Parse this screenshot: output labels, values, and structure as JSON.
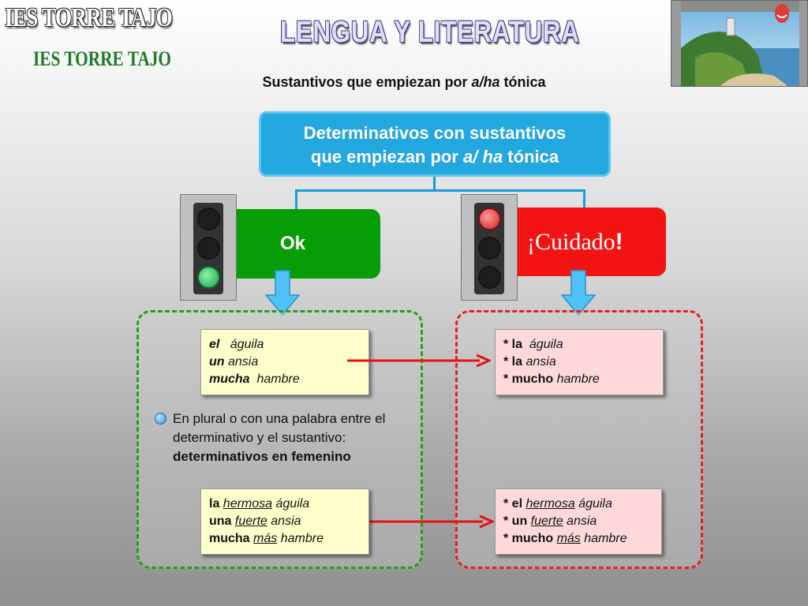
{
  "header": {
    "school_top": "IES TORRE TAJO",
    "school_sub": "IES TORRE TAJO",
    "title": "LENGUA Y LITERATURA",
    "subtitle_pre": "Sustantivos que empiezan por ",
    "subtitle_it": "a/ha",
    "subtitle_post": " tónica"
  },
  "top_box": {
    "line1": "Determinativos con sustantivos",
    "line2_pre": "que empiezan por ",
    "line2_it": "a/ ha",
    "line2_post": " tónica"
  },
  "ok": {
    "label": "Ok"
  },
  "warning": {
    "label": "¡Cuidado",
    "exclaim": "!"
  },
  "correct_singular": [
    {
      "det": "el",
      "noun": "águila"
    },
    {
      "det": "un",
      "noun": "ansia"
    },
    {
      "det": "mucha",
      "noun": "hambre"
    }
  ],
  "wrong_singular": [
    {
      "det": "* la",
      "noun": "águila"
    },
    {
      "det": "* la",
      "noun": "ansia"
    },
    {
      "det": "* mucho",
      "noun": "hambre"
    }
  ],
  "note": {
    "text": "En plural o con una palabra entre el determinativo y el sustantivo:",
    "strong": "determinativos en femenino"
  },
  "correct_with_adj": [
    {
      "det": "la",
      "adj": "hermosa",
      "noun": "águila"
    },
    {
      "det": "una",
      "adj": "fuerte",
      "noun": "ansia"
    },
    {
      "det": "mucha",
      "adj": "más",
      "noun": "hambre"
    }
  ],
  "wrong_with_adj": [
    {
      "det": "* el",
      "adj": "hermosa",
      "noun": "águila"
    },
    {
      "det": "* un",
      "adj": "fuerte",
      "noun": "ansia"
    },
    {
      "det": "* mucho",
      "adj": "más",
      "noun": "hambre"
    }
  ],
  "colors": {
    "ok_green": "#069d06",
    "warn_red": "#f31313",
    "info_blue": "#23a7df",
    "arrow_red": "#e81010"
  }
}
